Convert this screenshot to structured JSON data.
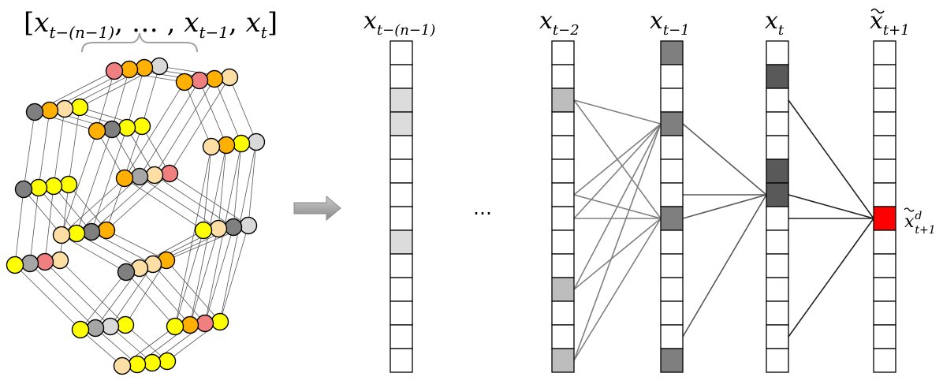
{
  "header_label": {
    "open": "[",
    "x1": "x",
    "s1": "t−(n−1)",
    "mid": ", … , ",
    "x2": "x",
    "s2": "t−1",
    "comma": ", ",
    "x3": "x",
    "s3": "t",
    "close": "]"
  },
  "column_labels": [
    {
      "base": "x",
      "sub": "t−(n−1)",
      "tilde": false
    },
    {
      "base": "x",
      "sub": "t−2",
      "tilde": false
    },
    {
      "base": "x",
      "sub": "t−1",
      "tilde": false
    },
    {
      "base": "x",
      "sub": "t",
      "tilde": false
    },
    {
      "base": "x",
      "sub": "t+1",
      "tilde": true
    }
  ],
  "ellipsis": "…",
  "output_label": {
    "base": "x",
    "sub": "t+1",
    "sup": "d",
    "tilde": true
  },
  "columns": [
    {
      "name": "x-t-minus-n-minus-1",
      "cells": 14,
      "highlighted": [
        2,
        3,
        8
      ],
      "shade": "#dcdcdc"
    },
    {
      "name": "x-t-minus-2",
      "cells": 14,
      "highlighted": [
        2,
        10,
        13
      ],
      "shade": "#bdbdbd"
    },
    {
      "name": "x-t-minus-1",
      "cells": 14,
      "highlighted": [
        0,
        3,
        7,
        13
      ],
      "shade": "#7f7f7f"
    },
    {
      "name": "x-t",
      "cells": 14,
      "highlighted": [
        1,
        5,
        6
      ],
      "shade": "#595959"
    },
    {
      "name": "x-tilde-t-plus-1",
      "cells": 14,
      "highlighted": [
        7
      ],
      "shade": "#ff0000"
    }
  ],
  "connections": [
    {
      "from_col": 1,
      "from_cell": 2,
      "to_cell": 3,
      "color": "#808080"
    },
    {
      "from_col": 1,
      "from_cell": 2,
      "to_cell": 7,
      "color": "#808080"
    },
    {
      "from_col": 1,
      "from_cell": 6,
      "to_cell": 3,
      "color": "#808080"
    },
    {
      "from_col": 1,
      "from_cell": 6,
      "to_cell": 7,
      "color": "#808080"
    },
    {
      "from_col": 1,
      "from_cell": 7,
      "to_cell": 3,
      "color": "#808080"
    },
    {
      "from_col": 1,
      "from_cell": 7,
      "to_cell": 7,
      "color": "#808080"
    },
    {
      "from_col": 1,
      "from_cell": 10,
      "to_cell": 3,
      "color": "#808080"
    },
    {
      "from_col": 1,
      "from_cell": 10,
      "to_cell": 7,
      "color": "#808080"
    },
    {
      "from_col": 1,
      "from_cell": 13,
      "to_cell": 3,
      "color": "#808080"
    },
    {
      "from_col": 1,
      "from_cell": 13,
      "to_cell": 7,
      "color": "#808080"
    },
    {
      "from_col": 2,
      "from_cell": 3,
      "to_cell": 6,
      "color": "#595959"
    },
    {
      "from_col": 2,
      "from_cell": 6,
      "to_cell": 6,
      "color": "#595959"
    },
    {
      "from_col": 2,
      "from_cell": 7,
      "to_cell": 6,
      "color": "#595959"
    },
    {
      "from_col": 2,
      "from_cell": 12,
      "to_cell": 6,
      "color": "#595959"
    },
    {
      "from_col": 3,
      "from_cell": 2,
      "to_cell": 7,
      "color": "#222222"
    },
    {
      "from_col": 3,
      "from_cell": 6,
      "to_cell": 7,
      "color": "#222222"
    },
    {
      "from_col": 3,
      "from_cell": 7,
      "to_cell": 7,
      "color": "#222222"
    },
    {
      "from_col": 3,
      "from_cell": 12,
      "to_cell": 7,
      "color": "#222222"
    }
  ],
  "colors": {
    "pink": "#f08080",
    "orange": "#ffb000",
    "yellow": "#ffff00",
    "peach": "#fddfa6",
    "lightgray": "#d9d9d9",
    "gray": "#a6a6a6",
    "darkgray": "#7f7f7f",
    "arrow": "#a6a6a6"
  }
}
